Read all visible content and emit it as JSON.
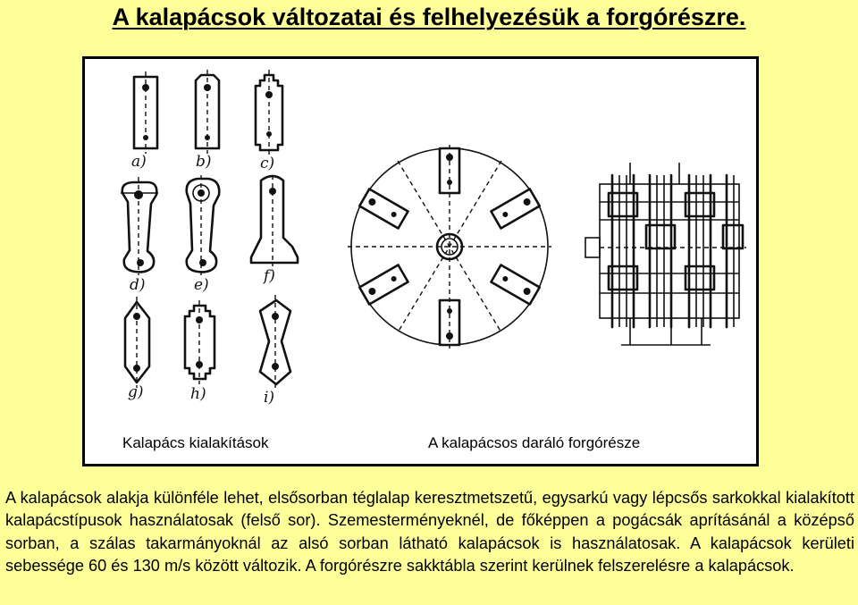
{
  "title": "A kalapácsok változatai és felhelyezésük a forgórészre.",
  "figure": {
    "caption_left": "Kalapács kialakítások",
    "caption_right": "A kalapácsos daráló forgórésze",
    "hammer_labels": [
      "a)",
      "b)",
      "c)",
      "d)",
      "e)",
      "f)",
      "g)",
      "h)",
      "i)"
    ]
  },
  "body_text": "A kalapácsok alakja különféle lehet, elsősorban téglalap keresztmetszetű, egysarkú vagy lépcsős sarkokkal kialakított kalapácstípusok használatosak (felső sor). Szemesterményeknél, de főképpen a pogácsák aprításánál a középső sorban, a szálas takarmányoknál az alsó sorban látható kalapácsok is használatosak. A kalapácsok kerületi sebessége 60 és 130 m/s között változik. A forgórészre sakktábla szerint kerülnek felszerelésre a kalapácsok."
}
